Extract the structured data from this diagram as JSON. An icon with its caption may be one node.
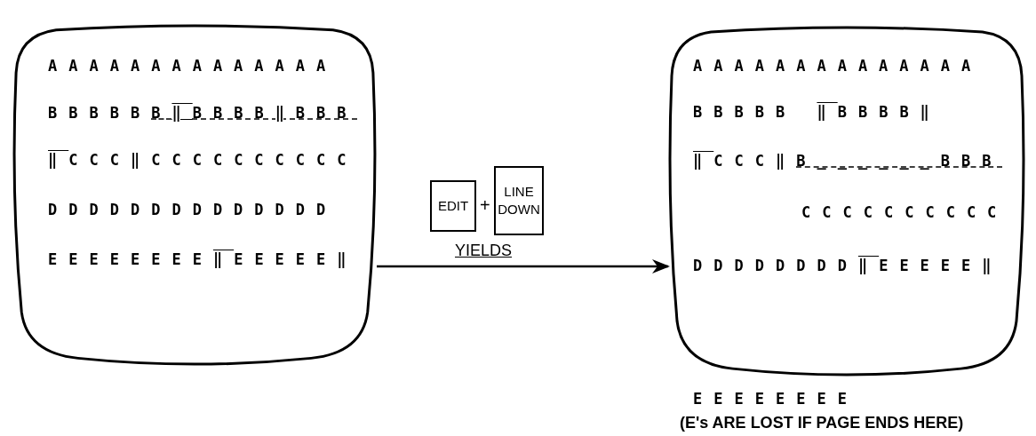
{
  "diagram": {
    "nodes": [
      {
        "text": [
          "AAAAAAAAAAAAAA",
          "BBBBBB‖BBBB‖BBB",
          "‖CCC‖CCCCCCCCCC",
          "DDDDDDDDDDDDDD",
          "EEEEEEEE‖EEEEE‖"
        ]
      },
      {
        "text": [
          "EDIT"
        ]
      },
      {
        "text": [
          "LINE DOWN"
        ]
      },
      {
        "text": [
          "AAAAAAAAAAAAAA",
          "BBBBB ‖BBBB‖",
          "‖CCC‖B______BBB",
          "CCCCCCCCCC",
          "DDDDDDDD‖EEEEE‖"
        ]
      }
    ],
    "edges": [
      {
        "from": 0,
        "to": 3,
        "arrow": "to",
        "label": "YIELDS"
      }
    ],
    "labels": [
      "+",
      "EEEEEEEE",
      "(E's ARE LOST IF PAGE ENDS HERE)"
    ]
  }
}
